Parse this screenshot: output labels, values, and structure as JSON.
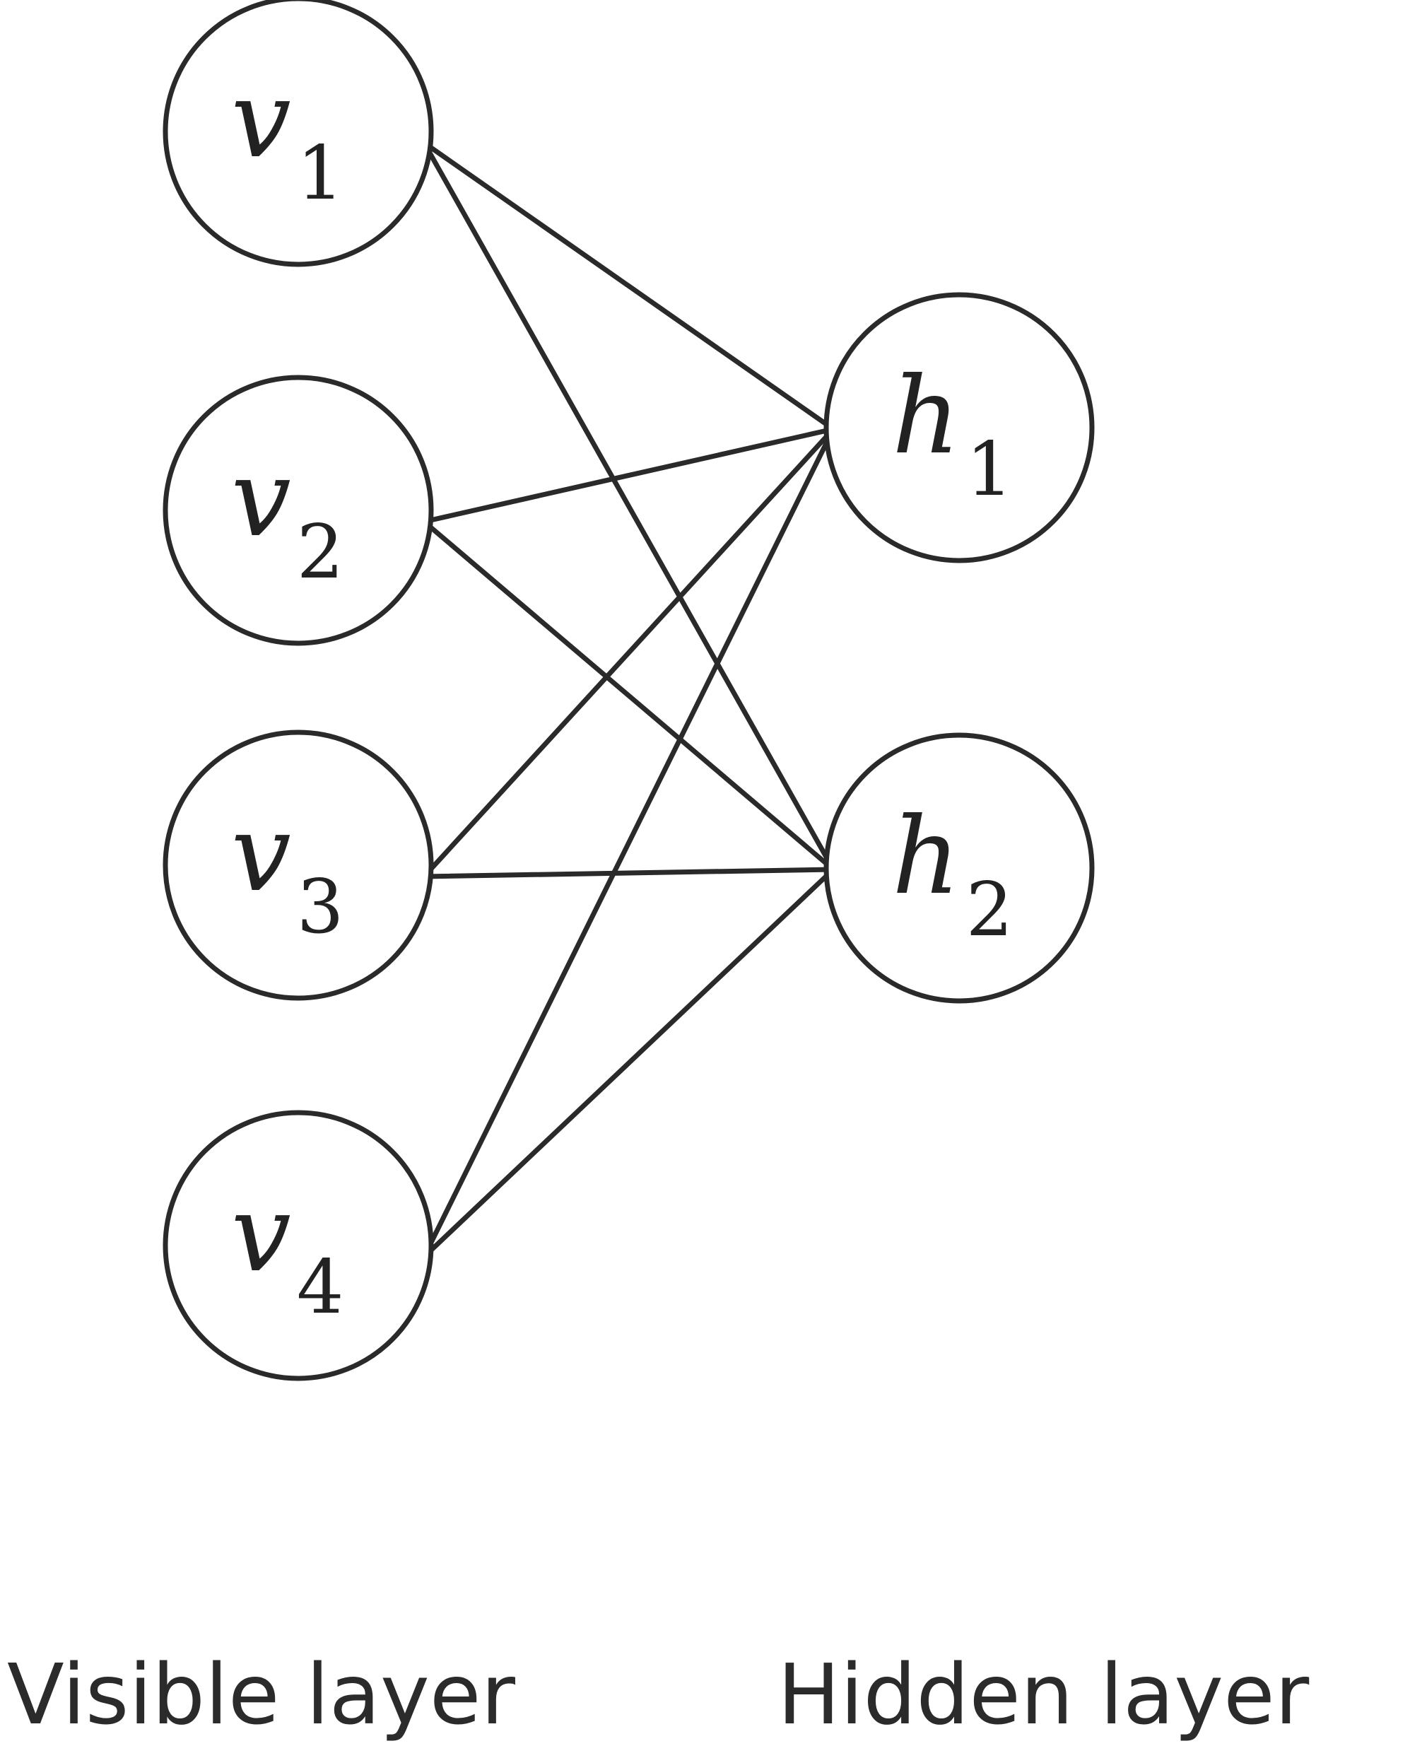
{
  "layers": {
    "visible": {
      "label": "Visible layer",
      "nodes": [
        {
          "id": "v1",
          "symbol": "v",
          "subscript": "1"
        },
        {
          "id": "v2",
          "symbol": "v",
          "subscript": "2"
        },
        {
          "id": "v3",
          "symbol": "v",
          "subscript": "3"
        },
        {
          "id": "v4",
          "symbol": "v",
          "subscript": "4"
        }
      ]
    },
    "hidden": {
      "label": "Hidden layer",
      "nodes": [
        {
          "id": "h1",
          "symbol": "h",
          "subscript": "1"
        },
        {
          "id": "h2",
          "symbol": "h",
          "subscript": "2"
        }
      ]
    }
  },
  "edges": [
    [
      "v1",
      "h1"
    ],
    [
      "v1",
      "h2"
    ],
    [
      "v2",
      "h1"
    ],
    [
      "v2",
      "h2"
    ],
    [
      "v3",
      "h1"
    ],
    [
      "v3",
      "h2"
    ],
    [
      "v4",
      "h1"
    ],
    [
      "v4",
      "h2"
    ]
  ],
  "colors": {
    "stroke": "#2a2a2a",
    "text": "#222222",
    "background": "#ffffff"
  }
}
